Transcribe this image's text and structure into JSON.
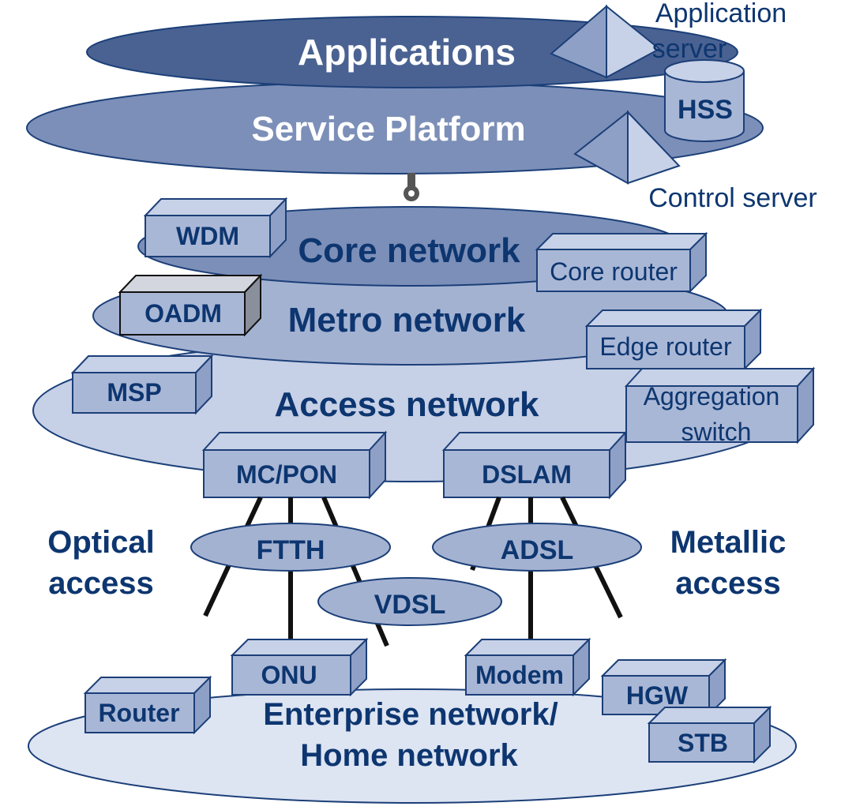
{
  "layers": {
    "applications": "Applications",
    "service_platform": "Service Platform",
    "core": "Core network",
    "metro": "Metro network",
    "access": "Access network",
    "enterprise_line1": "Enterprise network/",
    "enterprise_line2": "Home network"
  },
  "servers": {
    "application_line1": "Application",
    "application_line2": "server",
    "hss": "HSS",
    "control": "Control server"
  },
  "equipment": {
    "wdm": "WDM",
    "core_router": "Core router",
    "oadm": "OADM",
    "edge_router": "Edge router",
    "msp": "MSP",
    "aggregation_line1": "Aggregation",
    "aggregation_line2": "switch",
    "mc_pon": "MC/PON",
    "dslam": "DSLAM",
    "onu": "ONU",
    "modem": "Modem",
    "router": "Router",
    "hgw": "HGW",
    "stb": "STB"
  },
  "access_types": {
    "ftth": "FTTH",
    "adsl": "ADSL",
    "vdsl": "VDSL",
    "optical_line1": "Optical",
    "optical_line2": "access",
    "metallic_line1": "Metallic",
    "metallic_line2": "access"
  },
  "colors": {
    "dark_layer": "#4a6292",
    "mid_layer": "#7c8fb8",
    "light_layer": "#a4b2d2",
    "pale_layer": "#c6d0e6",
    "lightest_layer": "#dde4f2",
    "outline": "#1b3f78",
    "label_navy": "#0d3670",
    "box_face": "#a9b7d6"
  }
}
